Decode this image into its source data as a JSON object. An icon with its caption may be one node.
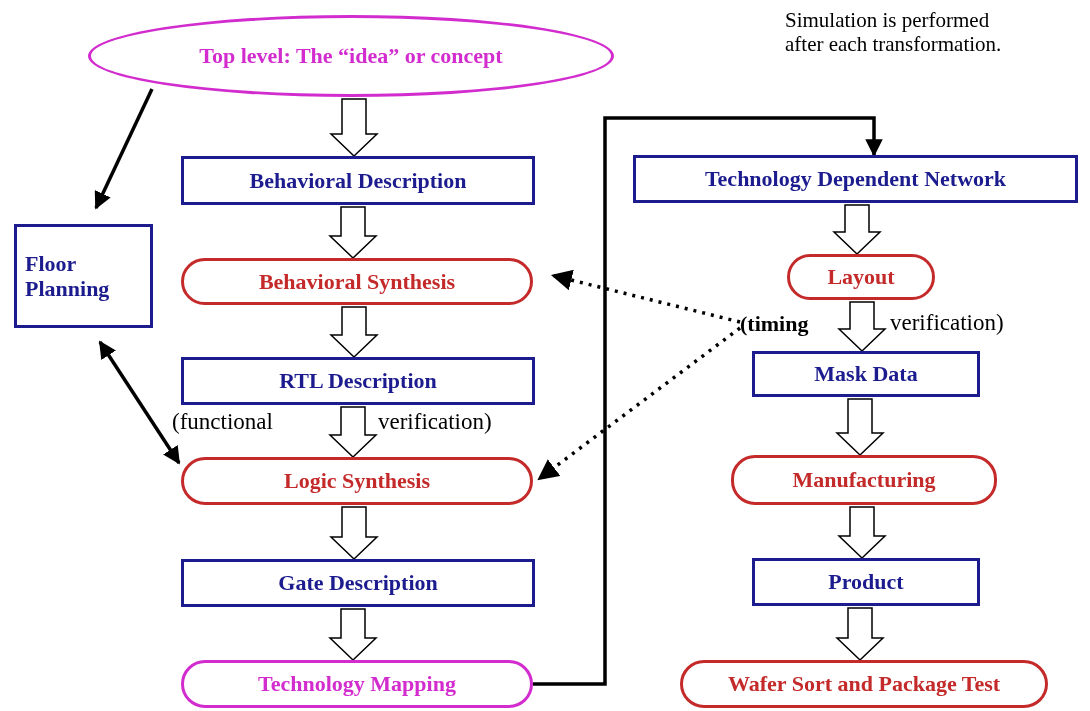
{
  "diagram": {
    "nodes": [
      {
        "text": [
          "Top level: The “idea” or concept"
        ]
      },
      {
        "text": [
          "Behavioral Description"
        ]
      },
      {
        "text": [
          "Floor Planning"
        ]
      },
      {
        "text": [
          "Behavioral Synthesis"
        ]
      },
      {
        "text": [
          "RTL Description"
        ]
      },
      {
        "text": [
          "Logic Synthesis"
        ]
      },
      {
        "text": [
          "Gate Description"
        ]
      },
      {
        "text": [
          "Technology Mapping"
        ]
      },
      {
        "text": [
          "Technology Dependent Network"
        ]
      },
      {
        "text": [
          "Layout"
        ]
      },
      {
        "text": [
          "Mask Data"
        ]
      },
      {
        "text": [
          "Manufacturing"
        ]
      },
      {
        "text": [
          "Product"
        ]
      },
      {
        "text": [
          "Wafer Sort and Package Test"
        ]
      },
      {
        "text": [
          "(timing"
        ]
      }
    ],
    "edges": [
      {
        "from": 0,
        "to": 1,
        "arrow": "to"
      },
      {
        "from": 1,
        "to": 3,
        "arrow": "to"
      },
      {
        "from": 3,
        "to": 4,
        "arrow": "to"
      },
      {
        "from": 4,
        "to": 5,
        "arrow": "to"
      },
      {
        "from": 5,
        "to": 6,
        "arrow": "to"
      },
      {
        "from": 6,
        "to": 7,
        "arrow": "to"
      },
      {
        "from": 8,
        "to": 9,
        "arrow": "to"
      },
      {
        "from": 9,
        "to": 10,
        "arrow": "to"
      },
      {
        "from": 10,
        "to": 11,
        "arrow": "to"
      },
      {
        "from": 11,
        "to": 12,
        "arrow": "to"
      },
      {
        "from": 12,
        "to": 13,
        "arrow": "to"
      },
      {
        "from": 0,
        "to": 2,
        "arrow": "to"
      },
      {
        "from": 2,
        "to": 5,
        "arrow": "both"
      },
      {
        "from": 7,
        "to": 8,
        "arrow": "to"
      },
      {
        "from": 14,
        "to": 3,
        "arrow": "to",
        "style": "dashed"
      },
      {
        "from": 14,
        "to": 5,
        "arrow": "to",
        "style": "dashed"
      }
    ],
    "labels": [
      "Simulation is performed after each transformation.",
      "(functional",
      "verification)",
      "verification)"
    ]
  }
}
